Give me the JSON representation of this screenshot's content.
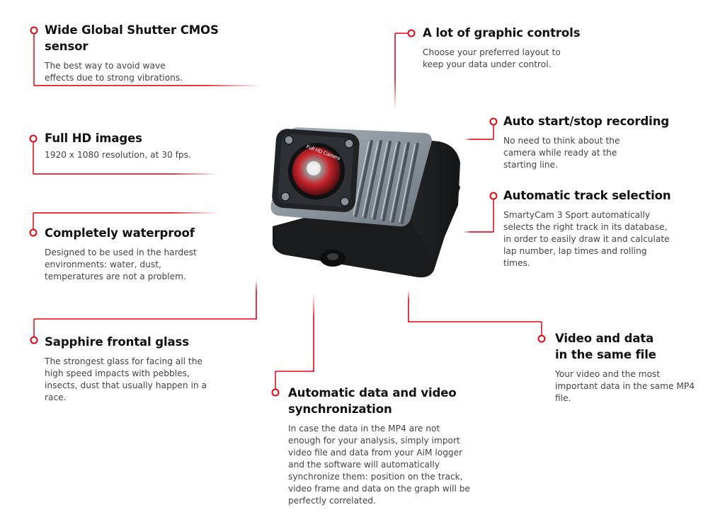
{
  "features": {
    "sensor": {
      "title": "Wide Global Shutter CMOS sensor",
      "desc": "The best way to avoid wave effects due to strong vibrations."
    },
    "graphic_controls": {
      "title": "A lot of graphic controls",
      "desc": "Choose your preferred layout to keep your data under control."
    },
    "auto_start": {
      "title": "Auto start/stop recording",
      "desc": "No need to think about the camera while ready at the starting line."
    },
    "full_hd": {
      "title": "Full HD images",
      "desc": "1920 x 1080 resolution, at 30 fps."
    },
    "track_selection": {
      "title": "Automatic track selection",
      "desc": "SmartyCam 3 Sport automatically selects the right track in its database, in order to easily draw it and calculate lap number, lap times and rolling times."
    },
    "waterproof": {
      "title": "Completely waterproof",
      "desc": "Designed to be used in the hardest environments: water, dust, temperatures are not a problem."
    },
    "sapphire": {
      "title": "Sapphire frontal glass",
      "desc": "The strongest glass for facing all the high speed impacts with pebbles, insects, dust that usually happen in a race."
    },
    "video_data": {
      "title": "Video and data in the same file",
      "desc": "Your video and the most important data in the same MP4 file."
    },
    "sync": {
      "title": "Automatic data and video synchronization",
      "desc": "In case the data in the MP4 are not enough for your analysis, simply import video file and data from your AiM logger and the software will automatically synchronize them: position on the track, video frame and data on the graph will be perfectly correlated."
    }
  },
  "camera": {
    "lens_text": "Full HD Camera"
  },
  "colors": {
    "accent": "#e30613",
    "title": "#111111",
    "text": "#444444"
  }
}
